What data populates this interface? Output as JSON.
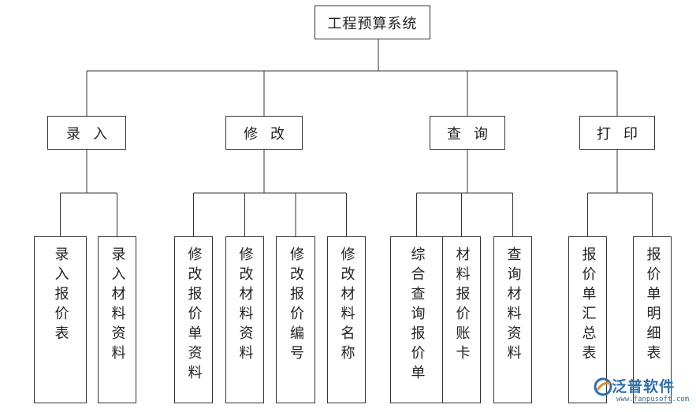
{
  "root": {
    "label": "工程预算系统"
  },
  "categories": [
    {
      "label": "录入",
      "children": [
        "录入报价表",
        "录入材料资料"
      ]
    },
    {
      "label": "修改",
      "children": [
        "修改报价单资料",
        "修改材料资料",
        "修改报价编号",
        "修改材料名称"
      ]
    },
    {
      "label": "查询",
      "children": [
        "综合查询报价单",
        "材料报价账卡",
        "查询材料资料"
      ]
    },
    {
      "label": "打印",
      "children": [
        "报价单汇总表",
        "报价单明细表"
      ]
    }
  ],
  "logo": {
    "name": "泛普软件",
    "url": "www.fanpusoft.com",
    "colors": {
      "blue": "#2f6fae",
      "orange": "#e58a2a"
    }
  },
  "colors": {
    "line": "#333333",
    "box_border": "#333333"
  }
}
